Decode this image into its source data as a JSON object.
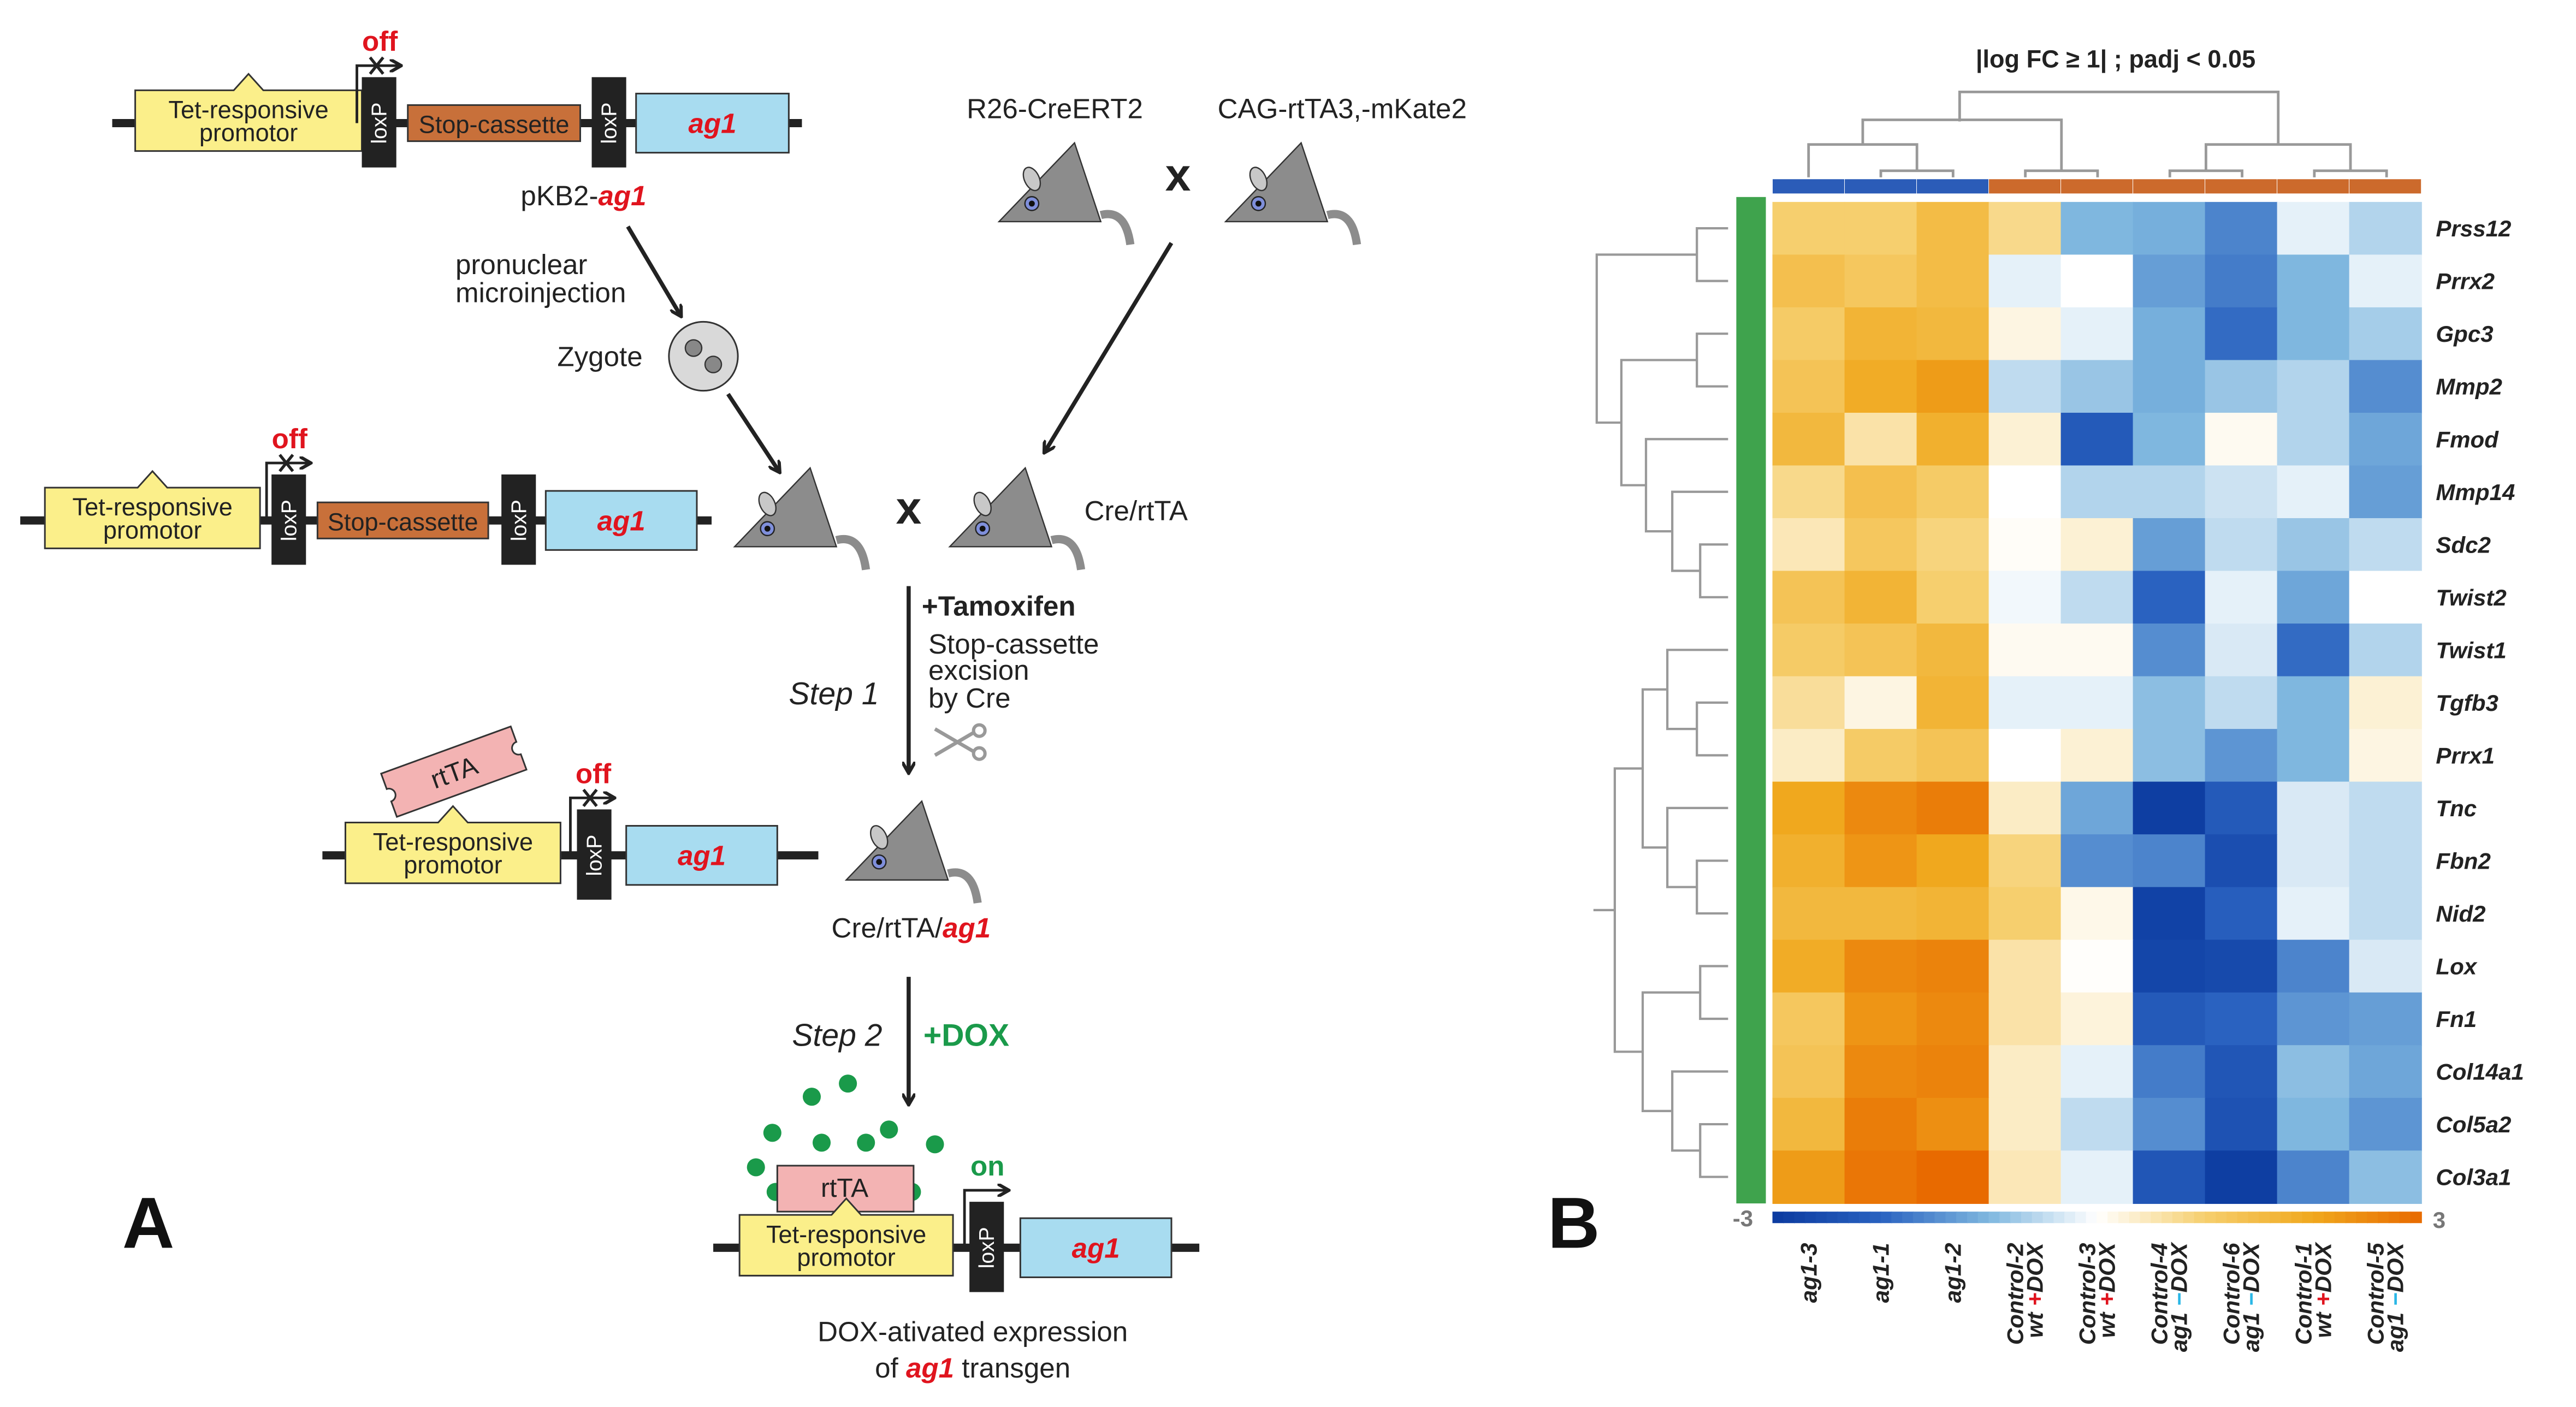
{
  "panel_a": {
    "label": "A",
    "promoter_line1": "Tet-responsive",
    "promoter_line2": "promotor",
    "loxp": "loxP",
    "stop_cassette": "Stop-cassette",
    "gene": "ag1",
    "off": "off",
    "on": "on",
    "rtta": "rtTA",
    "plasmid_prefix": "pKB2-",
    "plasmid_gene": "ag1",
    "injection_line1": "pronuclear",
    "injection_line2": "microinjection",
    "zygote": "Zygote",
    "strain_1": "R26-CreERT2",
    "strain_2": "CAG-rtTA3,-mKate2",
    "cross": "x",
    "cre_rtta": "Cre/rtTA",
    "tamoxifen": "+Tamoxifen",
    "excision_line1": "Stop-cassette",
    "excision_line2": "excision",
    "excision_line3": "by Cre",
    "step1": "Step 1",
    "offspring_prefix": "Cre/rtTA/",
    "offspring_gene": "ag1",
    "step2": "Step 2",
    "dox": "+DOX",
    "caption_line1": "DOX-ativated expression",
    "caption_prefix": "of ",
    "caption_gene": "ag1",
    "caption_suffix": " transgen",
    "colors": {
      "promoter": "#fbef8a",
      "stop": "#c8703a",
      "gene_box": "#a8dcf0",
      "loxp": "#222222",
      "rtta": "#f3b3b3",
      "dox": "#1a9a4a",
      "red": "#e0141e",
      "mouse": "#8c8c8c"
    }
  },
  "panel_b": {
    "label": "B",
    "chart_data": {
      "type": "heatmap",
      "title": "|log FC ≥ 1| ; padj < 0.05",
      "columns": [
        {
          "line1": "ag1-3",
          "line2": "",
          "sign": ""
        },
        {
          "line1": "ag1-1",
          "line2": "",
          "sign": ""
        },
        {
          "line1": "ag1-2",
          "line2": "",
          "sign": ""
        },
        {
          "line1": "Control-2",
          "line2_a": "wt ",
          "sign": "+",
          "line2_b": "DOX"
        },
        {
          "line1": "Control-3",
          "line2_a": "wt ",
          "sign": "+",
          "line2_b": "DOX"
        },
        {
          "line1": "Control-4",
          "line2_a": "ag1 ",
          "sign": "−",
          "line2_b": "DOX"
        },
        {
          "line1": "Control-6",
          "line2_a": "ag1 ",
          "sign": "−",
          "line2_b": "DOX"
        },
        {
          "line1": "Control-1",
          "line2_a": "wt ",
          "sign": "+",
          "line2_b": "DOX"
        },
        {
          "line1": "Control-5",
          "line2_a": "ag1 ",
          "sign": "−",
          "line2_b": "DOX"
        }
      ],
      "column_groups": [
        "ag1",
        "ag1",
        "ag1",
        "control",
        "control",
        "control",
        "control",
        "control",
        "control"
      ],
      "group_colors": {
        "ag1": "#2b5cb8",
        "control": "#cc6a2c"
      },
      "row_group_color": "#3fa34d",
      "rows": [
        "Prss12",
        "Prrx2",
        "Gpc3",
        "Mmp2",
        "Fmod",
        "Mmp14",
        "Sdc2",
        "Twist2",
        "Twist1",
        "Tgfb3",
        "Prrx1",
        "Tnc",
        "Fbn2",
        "Nid2",
        "Lox",
        "Fn1",
        "Col14a1",
        "Col5a2",
        "Col3a1"
      ],
      "values": [
        [
          1.0,
          1.0,
          1.5,
          0.8,
          -1.0,
          -1.1,
          -1.6,
          -0.2,
          -0.6
        ],
        [
          1.4,
          1.2,
          1.5,
          -0.2,
          0.0,
          -1.3,
          -1.7,
          -1.0,
          -0.2
        ],
        [
          1.1,
          1.7,
          1.6,
          0.2,
          -0.2,
          -1.1,
          -1.9,
          -1.0,
          -0.7
        ],
        [
          1.3,
          1.9,
          2.2,
          -0.5,
          -0.8,
          -1.1,
          -0.8,
          -0.6,
          -1.5
        ],
        [
          1.6,
          0.6,
          1.8,
          0.3,
          -2.2,
          -1.0,
          0.1,
          -0.6,
          -1.2
        ],
        [
          0.8,
          1.4,
          1.1,
          0.0,
          -0.6,
          -0.6,
          -0.4,
          -0.2,
          -1.3
        ],
        [
          0.5,
          1.2,
          0.9,
          0.05,
          0.3,
          -1.3,
          -0.5,
          -0.8,
          -0.5
        ],
        [
          1.3,
          1.7,
          1.0,
          -0.1,
          -0.5,
          -2.0,
          -0.2,
          -1.2,
          0.0
        ],
        [
          1.1,
          1.3,
          1.6,
          0.1,
          0.1,
          -1.5,
          -0.3,
          -1.9,
          -0.6
        ],
        [
          0.7,
          0.2,
          1.7,
          -0.2,
          -0.2,
          -0.9,
          -0.5,
          -1.0,
          0.3
        ],
        [
          0.4,
          1.1,
          1.3,
          0.0,
          0.3,
          -0.9,
          -1.4,
          -1.0,
          0.2
        ],
        [
          2.0,
          2.5,
          2.7,
          0.4,
          -1.2,
          -2.9,
          -2.2,
          -0.3,
          -0.5
        ],
        [
          1.8,
          2.3,
          2.0,
          0.9,
          -1.5,
          -1.6,
          -2.5,
          -0.3,
          -0.5
        ],
        [
          1.6,
          1.6,
          1.7,
          1.0,
          0.15,
          -2.8,
          -2.1,
          -0.2,
          -0.5
        ],
        [
          1.9,
          2.5,
          2.6,
          0.6,
          0.03,
          -2.7,
          -2.6,
          -1.6,
          -0.3
        ],
        [
          1.2,
          2.3,
          2.5,
          0.6,
          0.25,
          -2.2,
          -2.0,
          -1.4,
          -1.3
        ],
        [
          1.3,
          2.5,
          2.6,
          0.4,
          -0.2,
          -1.7,
          -2.3,
          -0.9,
          -1.2
        ],
        [
          1.6,
          2.7,
          2.4,
          0.4,
          -0.5,
          -1.5,
          -2.4,
          -1.0,
          -1.4
        ],
        [
          2.2,
          2.8,
          3.0,
          0.5,
          -0.2,
          -2.3,
          -2.9,
          -1.6,
          -0.9
        ]
      ],
      "scale_min_label": "-3",
      "scale_max_label": "3",
      "range": [
        -3,
        3
      ],
      "colormap": {
        "low": "#0b3a9f",
        "mid": "#ffffff",
        "high": "#e86a00"
      },
      "row_dendrogram": true,
      "column_dendrogram": true
    }
  }
}
